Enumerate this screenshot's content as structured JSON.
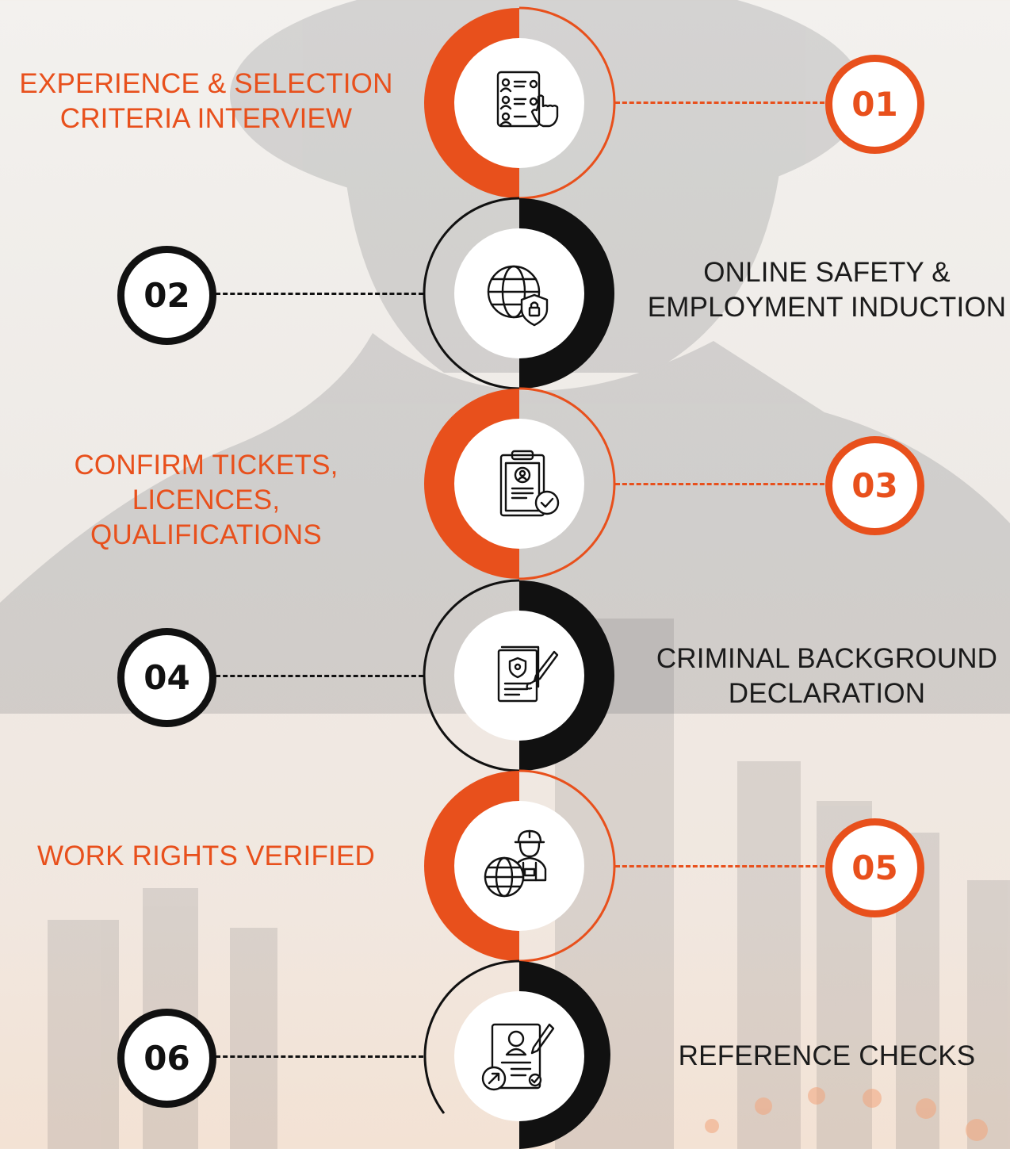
{
  "colors": {
    "accent": "#e8501c",
    "dark": "#111111",
    "light": "#ffffff"
  },
  "steps": [
    {
      "number": "01",
      "label_line1": "EXPERIENCE & SELECTION",
      "label_line2": "CRITERIA INTERVIEW",
      "icon": "checklist-selection-icon",
      "color": "orange"
    },
    {
      "number": "02",
      "label_line1": "ONLINE SAFETY &",
      "label_line2": "EMPLOYMENT INDUCTION",
      "icon": "globe-shield-lock-icon",
      "color": "black"
    },
    {
      "number": "03",
      "label_line1": "CONFIRM TICKETS, LICENCES,",
      "label_line2": "QUALIFICATIONS",
      "icon": "clipboard-id-check-icon",
      "color": "orange"
    },
    {
      "number": "04",
      "label_line1": "CRIMINAL BACKGROUND",
      "label_line2": "DECLARATION",
      "icon": "police-badge-document-icon",
      "color": "black"
    },
    {
      "number": "05",
      "label_line1": "WORK RIGHTS VERIFIED",
      "label_line2": "",
      "icon": "globe-worker-icon",
      "color": "orange"
    },
    {
      "number": "06",
      "label_line1": "REFERENCE CHECKS",
      "label_line2": "",
      "icon": "reference-profile-icon",
      "color": "black"
    }
  ]
}
